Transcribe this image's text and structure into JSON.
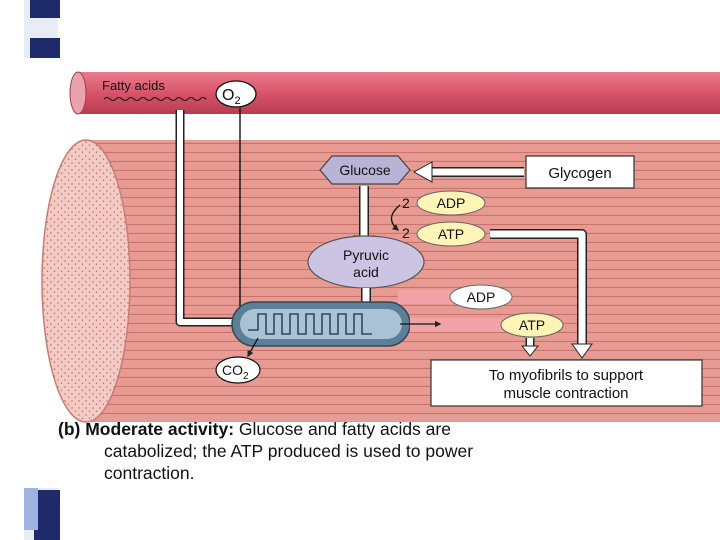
{
  "slide": {
    "diagram": {
      "labels": {
        "fatty_acids": "Fatty acids",
        "o2_base": "O",
        "o2_sub": "2",
        "glucose": "Glucose",
        "glycogen": "Glycogen",
        "two_adp": "2",
        "adp_top": "ADP",
        "two_atp": "2",
        "atp_top": "ATP",
        "pyruvic_line1": "Pyruvic",
        "pyruvic_line2": "acid",
        "adp_mito": "ADP",
        "atp_mito": "ATP",
        "co2_base": "CO",
        "co2_sub": "2",
        "myofibrils_line1": "To myofibrils to support",
        "myofibrils_line2": "muscle contraction"
      },
      "colors": {
        "blood_vessel": "#d8546a",
        "muscle_fiber": "#e79a92",
        "muscle_stripe": "#c8736c",
        "fiber_end": "#f3c9c2",
        "glucose_fill": "#b9b4d6",
        "pyruvic_fill": "#cbc5e3",
        "adp_atp_fill": "#fff4b8",
        "mitochondrion": "#5b7f97",
        "left_strip_navy": "#1f2a6a"
      }
    },
    "caption": {
      "part": "(b)",
      "heading": "Moderate activity:",
      "line1_rest": "Glucose and fatty acids are",
      "line2": "catabolized; the ATP produced is used to power",
      "line3": "contraction."
    }
  }
}
